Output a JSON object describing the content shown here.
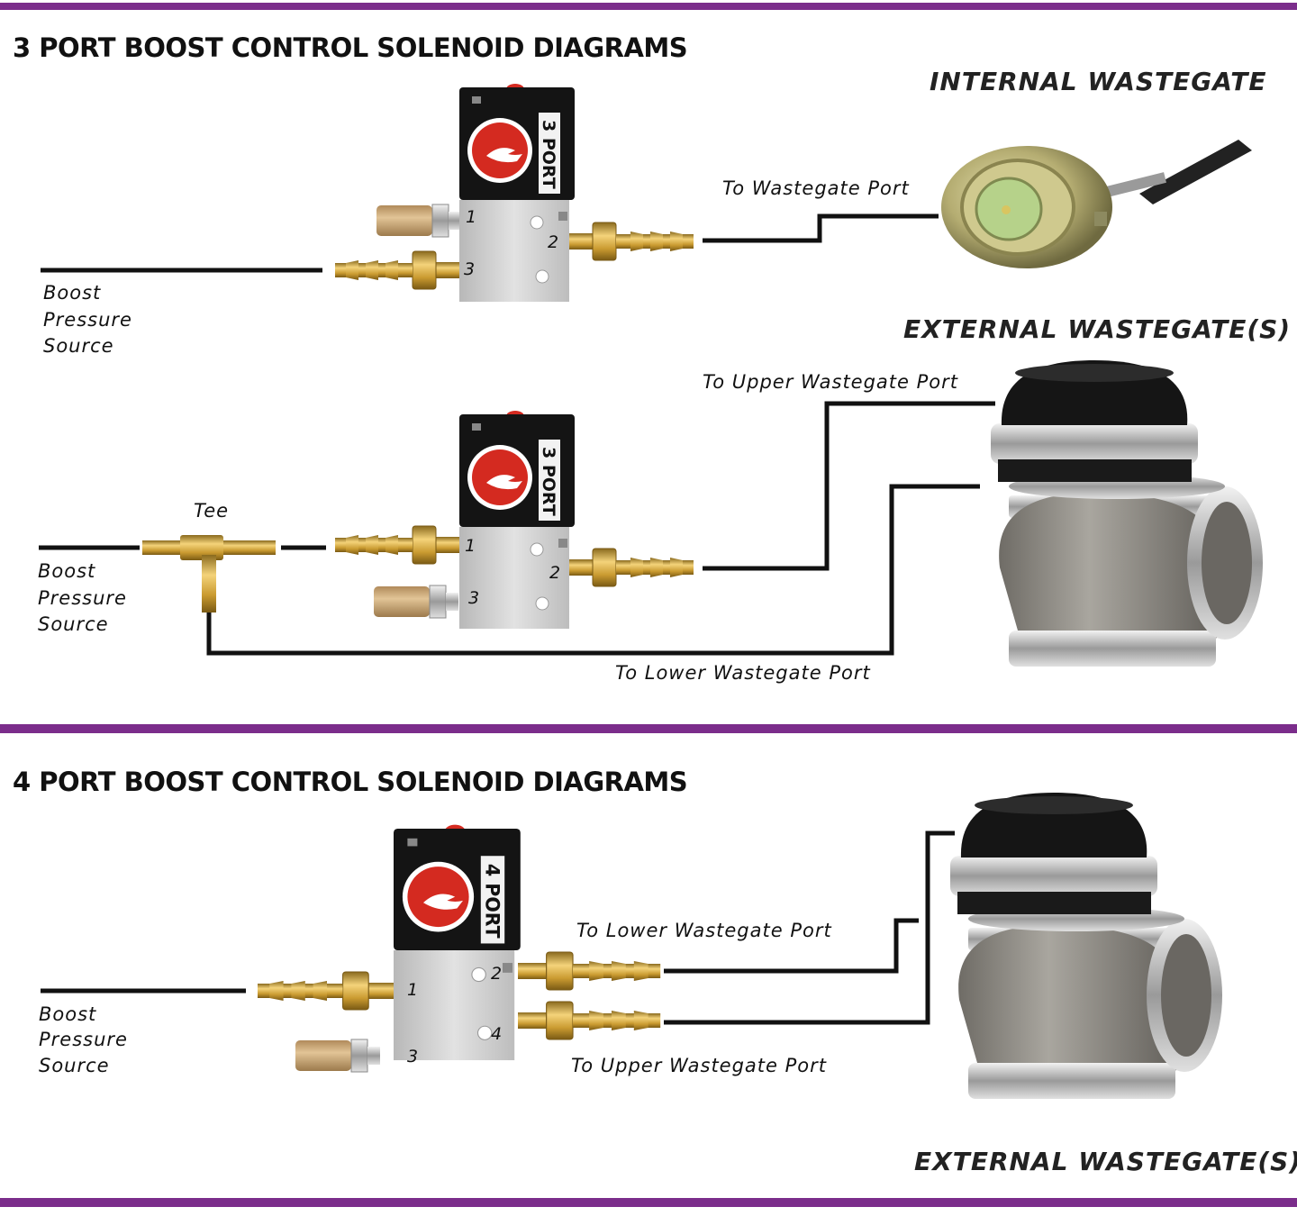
{
  "colors": {
    "divider": "#7b2d8b",
    "hose": "#111111",
    "brass": "#d4a93a",
    "solenoid_body": "#111111",
    "logo_red": "#d42a20"
  },
  "section1": {
    "title": "3 PORT BOOST CONTROL SOLENOID DIAGRAMS",
    "internal": {
      "heading": "INTERNAL  WASTEGATE",
      "source_label": [
        "Boost",
        "Pressure",
        "Source"
      ],
      "solenoid_label": "3 PORT",
      "ports": [
        "1",
        "2",
        "3"
      ],
      "line_label": "To  Wastegate  Port"
    },
    "external": {
      "heading": "EXTERNAL  WASTEGATE(S)",
      "source_label": [
        "Boost",
        "Pressure",
        "Source"
      ],
      "tee_label": "Tee",
      "solenoid_label": "3 PORT",
      "ports": [
        "1",
        "2",
        "3"
      ],
      "upper_label": "To  Upper  Wastegate  Port",
      "lower_label": "To  Lower  Wastegate  Port"
    }
  },
  "section2": {
    "title": "4 PORT BOOST CONTROL SOLENOID DIAGRAMS",
    "heading": "EXTERNAL  WASTEGATE(S)",
    "source_label": [
      "Boost",
      "Pressure",
      "Source"
    ],
    "solenoid_label": "4 PORT",
    "ports": [
      "1",
      "2",
      "3",
      "4"
    ],
    "lower_label": "To  Lower  Wastegate  Port",
    "upper_label": "To  Upper  Wastegate  Port"
  }
}
